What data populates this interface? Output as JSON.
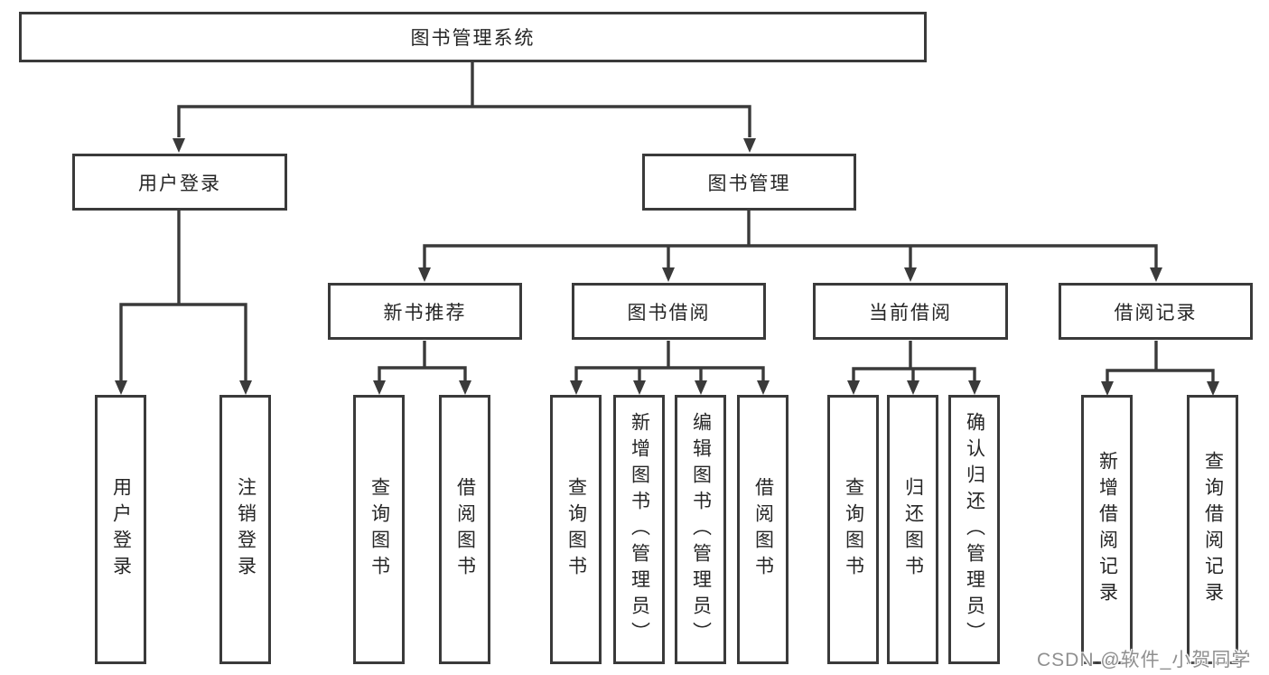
{
  "diagram": {
    "tree": {
      "label": "图书管理系统",
      "children": [
        {
          "label": "用户登录",
          "children": [
            {
              "label": "用户登录"
            },
            {
              "label": "注销登录"
            }
          ]
        },
        {
          "label": "图书管理",
          "children": [
            {
              "label": "新书推荐",
              "children": [
                {
                  "label": "查询图书"
                },
                {
                  "label": "借阅图书"
                }
              ]
            },
            {
              "label": "图书借阅",
              "children": [
                {
                  "label": "查询图书"
                },
                {
                  "label": "新增图书（管理员）"
                },
                {
                  "label": "编辑图书（管理员）"
                },
                {
                  "label": "借阅图书"
                }
              ]
            },
            {
              "label": "当前借阅",
              "children": [
                {
                  "label": "查询图书"
                },
                {
                  "label": "归还图书"
                },
                {
                  "label": "确认归还（管理员）"
                }
              ]
            },
            {
              "label": "借阅记录",
              "children": [
                {
                  "label": "新增借阅记录"
                },
                {
                  "label": "查询借阅记录"
                }
              ]
            }
          ]
        }
      ]
    },
    "watermark": "CSDN @软件_小贺同学",
    "colors": {
      "line": "#3a3a3a",
      "text": "#262626",
      "watermark": "#8f8f8f",
      "background": "#ffffff"
    }
  }
}
